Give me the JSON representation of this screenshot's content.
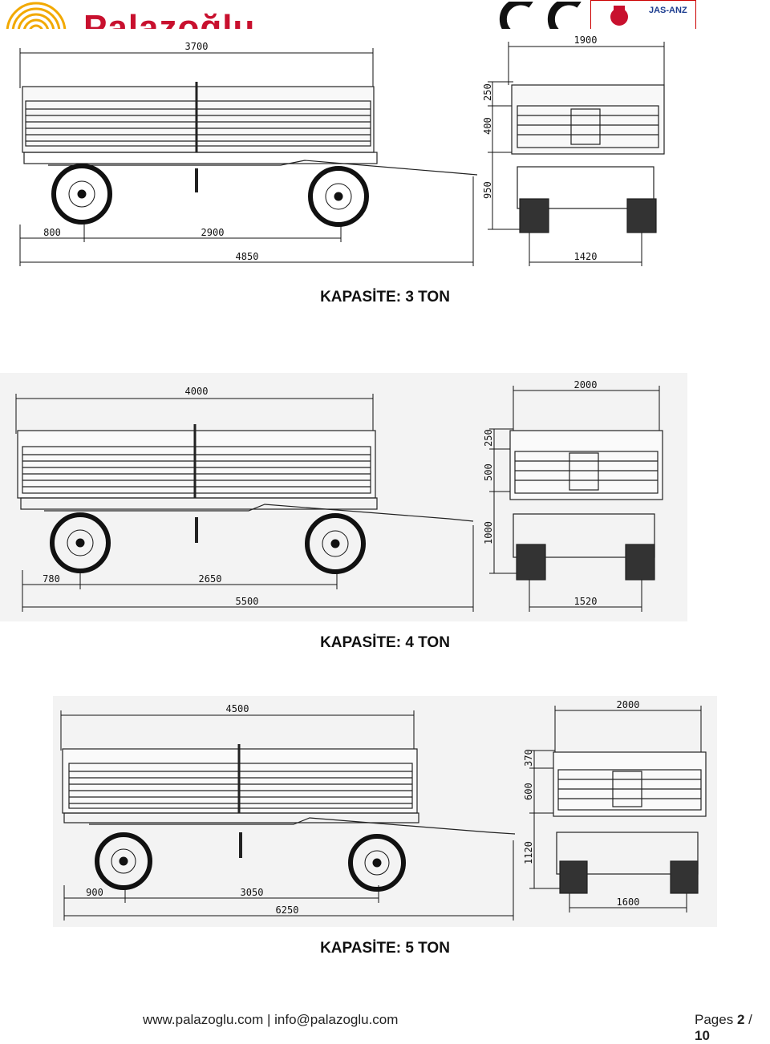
{
  "header": {
    "brand_name": "Palazoğlu",
    "cert_label": "JAS-ANZ"
  },
  "sections": [
    {
      "caption": "KAPASİTE: 3 TON",
      "dims": {
        "body_length": "3700",
        "front_overhang": "800",
        "wheelbase": "2900",
        "total_length": "4850",
        "width": "1900",
        "side_upper": "250",
        "side_lower": "400",
        "frame_height": "950",
        "track": "1420"
      }
    },
    {
      "caption": "KAPASİTE: 4 TON",
      "dims": {
        "body_length": "4000",
        "front_overhang": "780",
        "wheelbase": "2650",
        "total_length": "5500",
        "width": "2000",
        "side_upper": "250",
        "side_lower": "500",
        "frame_height": "1000",
        "track": "1520"
      }
    },
    {
      "caption": "KAPASİTE: 5 TON",
      "dims": {
        "body_length": "4500",
        "front_overhang": "900",
        "wheelbase": "3050",
        "total_length": "6250",
        "width": "2000",
        "side_upper": "370",
        "side_lower": "600",
        "frame_height": "1120",
        "track": "1600"
      }
    }
  ],
  "footer": {
    "website": "www.palazoglu.com",
    "separator": "|",
    "email": "info@palazoglu.com",
    "pages_label": "Pages",
    "page_current": "2",
    "page_sep": "/",
    "page_total": "10"
  }
}
